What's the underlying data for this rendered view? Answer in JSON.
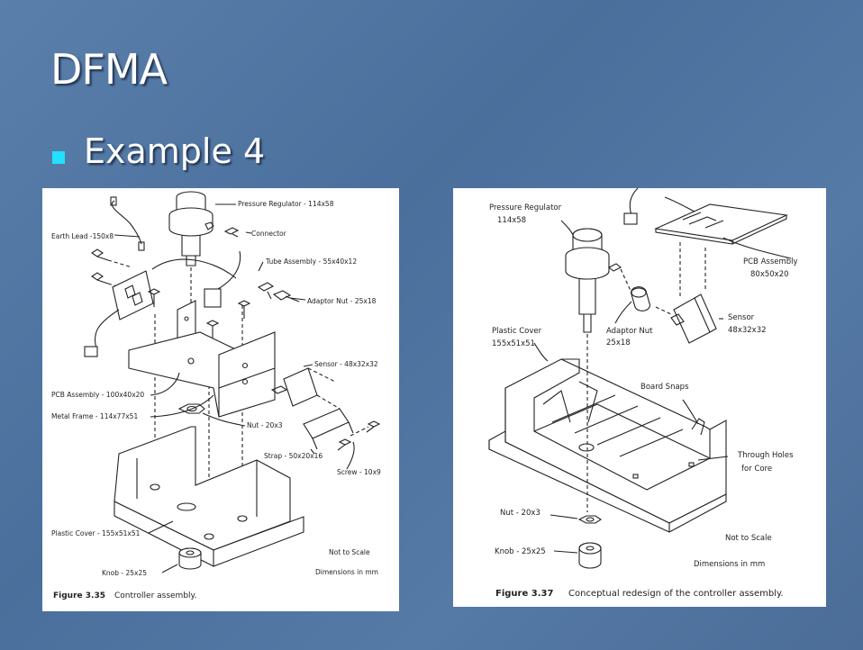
{
  "slide": {
    "title": "DFMA",
    "bullet": "Example 4"
  },
  "figure_left": {
    "labels": {
      "pressure_regulator": "Pressure Regulator - 114x58",
      "earth_lead": "Earth Lead -150x8",
      "connector": "Connector",
      "tube_assembly": "Tube Assembly - 55x40x12",
      "adaptor_nut": "Adaptor Nut - 25x18",
      "sensor": "Sensor - 48x32x32",
      "pcb_assembly": "PCB Assembly - 100x40x20",
      "metal_frame": "Metal Frame - 114x77x51",
      "nut": "Nut - 20x3",
      "strap": "Strap - 50x20x16",
      "screw": "Screw - 10x9",
      "plastic_cover": "Plastic Cover - 155x51x51",
      "knob": "Knob - 25x25",
      "not_to_scale": "Not to Scale",
      "dimensions": "Dimensions in mm"
    },
    "caption_number": "Figure 3.35",
    "caption_text": "Controller assembly."
  },
  "figure_right": {
    "labels": {
      "pressure_regulator": "Pressure  Regulator",
      "pressure_regulator_dim": "114x58",
      "pcb_assembly": "PCB Assembly",
      "pcb_assembly_dim": "80x50x20",
      "plastic_cover": "Plastic Cover",
      "plastic_cover_dim": "155x51x51",
      "adaptor_nut": "Adaptor Nut",
      "adaptor_nut_dim": "25x18",
      "sensor": "Sensor",
      "sensor_dim": "48x32x32",
      "board_snaps": "Board Snaps",
      "through_holes": "Through Holes",
      "for_core": "for Core",
      "nut": "Nut - 20x3",
      "knob": "Knob - 25x25",
      "not_to_scale": "Not to Scale",
      "dimensions": "Dimensions in mm"
    },
    "caption_number": "Figure 3.37",
    "caption_text": "Conceptual redesign of the controller assembly."
  }
}
